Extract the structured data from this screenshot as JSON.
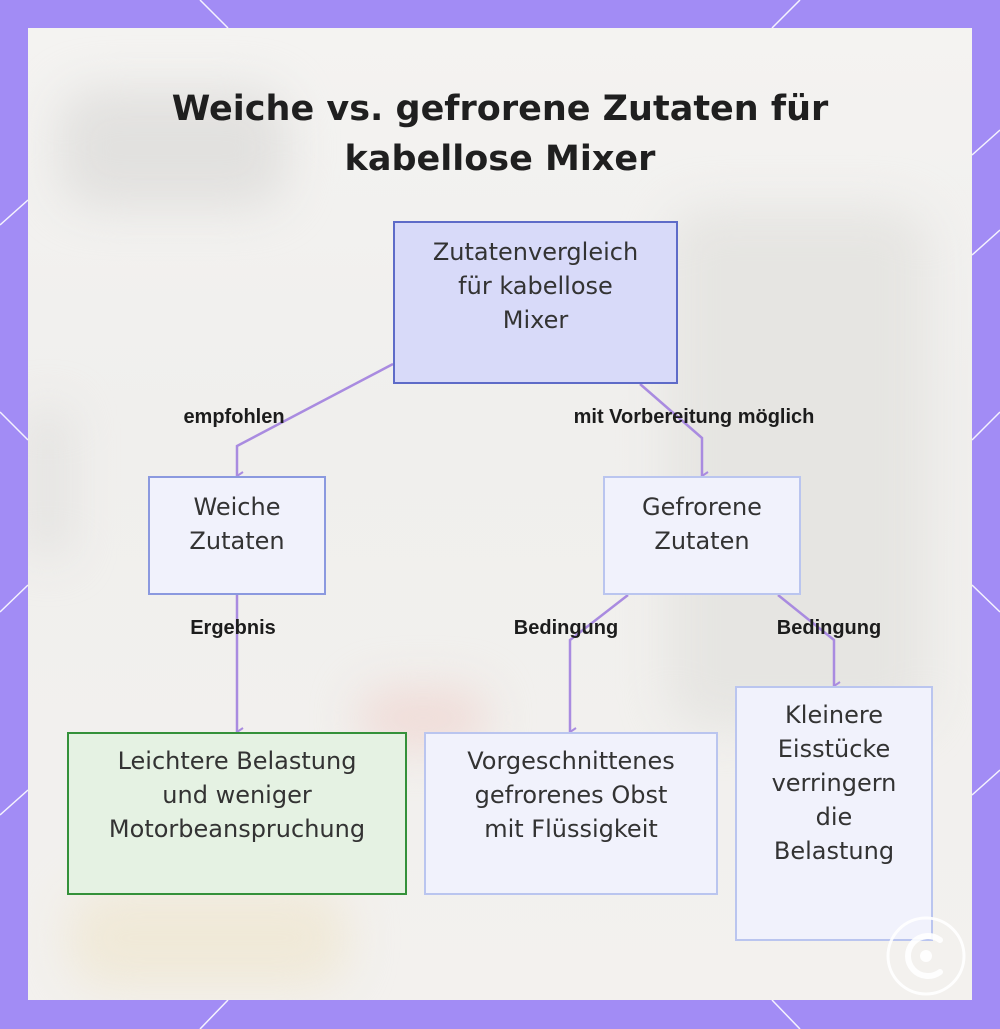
{
  "title": "Weiche vs. gefrorene Zutaten für kabellose Mixer",
  "nodes": {
    "root": "Zutatenvergleich\nfür kabellose\nMixer",
    "soft": "Weiche\nZutaten",
    "frozen": "Gefrorene\nZutaten",
    "result": "Leichtere Belastung\nund weniger\nMotorbeanspruchung",
    "cond1": "Vorgeschnittenes\ngefrorenes Obst\nmit Flüssigkeit",
    "cond2": "Kleinere\nEisstücke\nverringern\ndie\nBelastung"
  },
  "edge_labels": {
    "root_soft": "empfohlen",
    "root_frozen": "mit Vorbereitung möglich",
    "soft_result": "Ergebnis",
    "frozen_cond1": "Bedingung",
    "frozen_cond2": "Bedingung"
  },
  "colors": {
    "frame": "#a28cf5",
    "edge": "#a98be0",
    "root_fill": "#d8daf9",
    "result_fill": "#e5f2e3",
    "result_border": "#34913a"
  },
  "icons": {
    "watermark": "logo-mark-icon"
  }
}
